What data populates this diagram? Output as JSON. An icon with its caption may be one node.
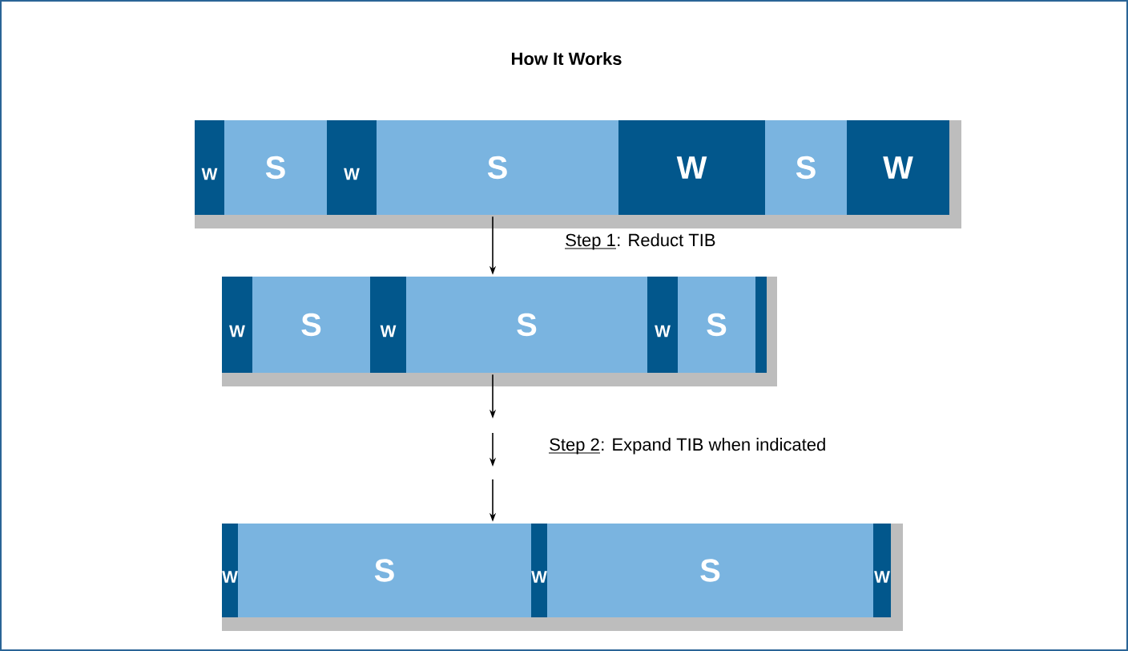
{
  "diagram": {
    "title": "How It Works",
    "nodes": [
      {
        "text": [
          "W"
        ]
      },
      {
        "text": [
          "S"
        ]
      },
      {
        "text": [
          "W"
        ]
      },
      {
        "text": [
          "S"
        ]
      },
      {
        "text": [
          "W"
        ]
      },
      {
        "text": [
          "S"
        ]
      },
      {
        "text": [
          "W"
        ]
      },
      {
        "text": [
          "W"
        ]
      },
      {
        "text": [
          "S"
        ]
      },
      {
        "text": [
          "W"
        ]
      },
      {
        "text": [
          "S"
        ]
      },
      {
        "text": [
          "W"
        ]
      },
      {
        "text": [
          "S"
        ]
      },
      {
        "text": [],
        "shape": "bar"
      },
      {
        "text": [
          "W"
        ]
      },
      {
        "text": [
          "S"
        ]
      },
      {
        "text": [
          "W"
        ]
      },
      {
        "text": [
          "S"
        ]
      },
      {
        "text": [
          "W"
        ]
      }
    ],
    "edges": [
      {
        "from": 3,
        "to": 10,
        "arrow": "to"
      },
      {
        "from": 10,
        "to": null,
        "arrow": "to"
      },
      {
        "from": null,
        "to": 15,
        "arrow": "to"
      }
    ],
    "labels": [
      "Step 1",
      ": Reduct TIB",
      "Step 2",
      ": Expand TIB when indicated"
    ]
  }
}
